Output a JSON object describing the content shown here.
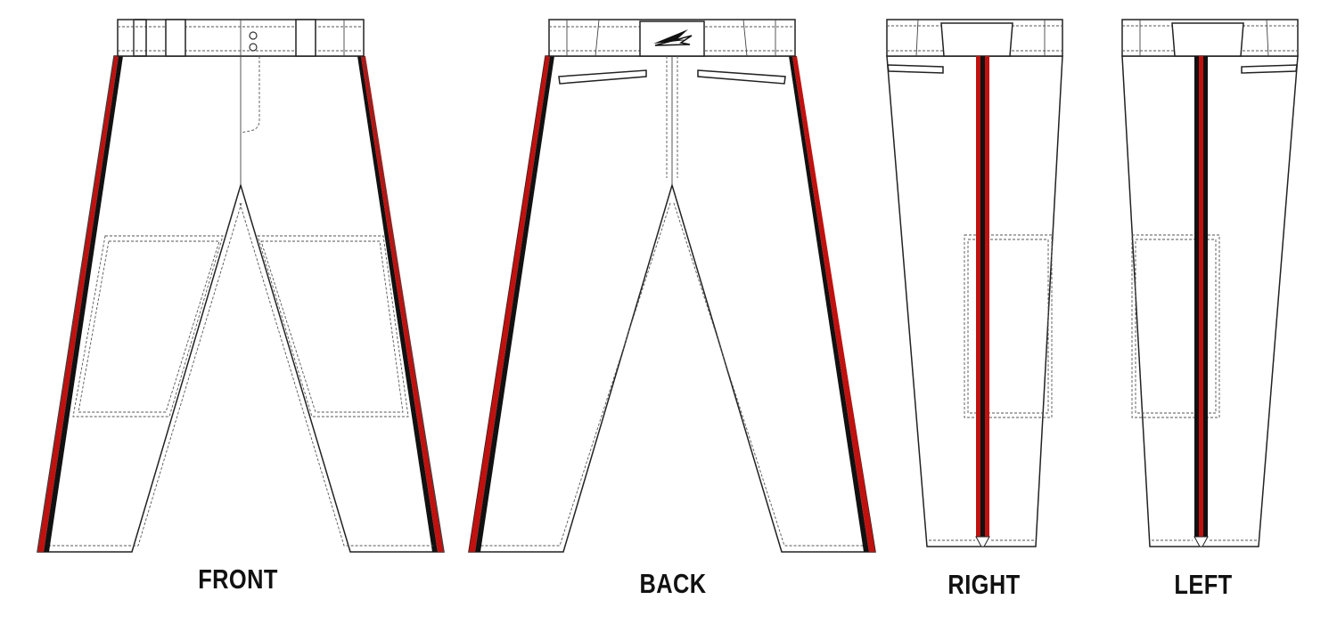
{
  "colors": {
    "stripe_red": "#c0110f",
    "stripe_black": "#111111",
    "outline": "#222222"
  },
  "views": [
    {
      "id": "front",
      "label": "FRONT"
    },
    {
      "id": "back",
      "label": "BACK"
    },
    {
      "id": "right",
      "label": "RIGHT"
    },
    {
      "id": "left",
      "label": "LEFT"
    }
  ]
}
